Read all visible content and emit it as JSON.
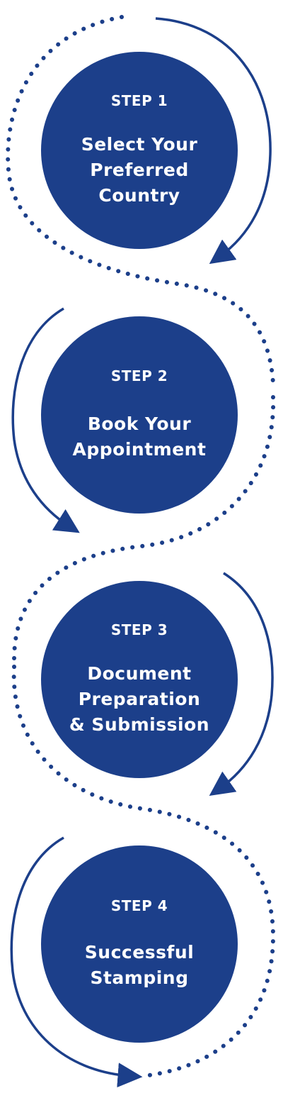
{
  "colors": {
    "primary": "#1c3f8a",
    "background": "#ffffff"
  },
  "steps": [
    {
      "label": "STEP 1",
      "title_lines": [
        "Select Your",
        "Preferred",
        "Country"
      ]
    },
    {
      "label": "STEP 2",
      "title_lines": [
        "Book Your",
        "Appointment"
      ]
    },
    {
      "label": "STEP 3",
      "title_lines": [
        "Document",
        "Preparation",
        "& Submission"
      ]
    },
    {
      "label": "STEP 4",
      "title_lines": [
        "Successful",
        "Stamping"
      ]
    }
  ]
}
